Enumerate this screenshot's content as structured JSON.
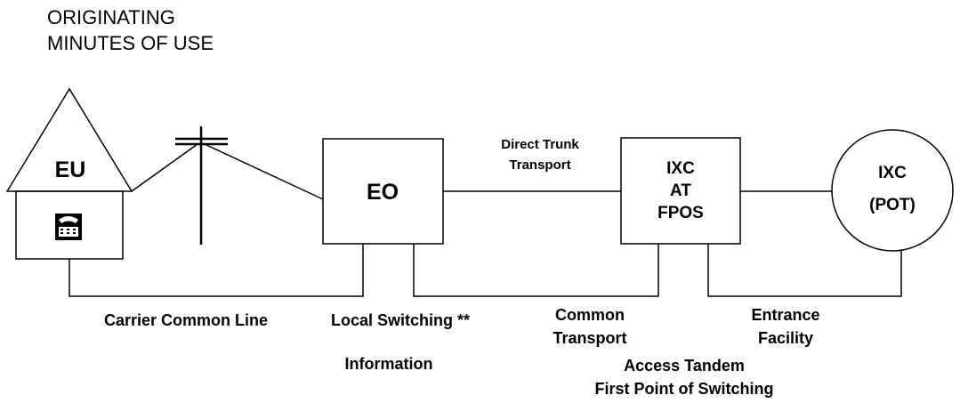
{
  "header": {
    "line1": "ORIGINATING",
    "line2": "MINUTES OF USE"
  },
  "nodes": {
    "end_user": "EU",
    "end_office": "EO",
    "ixc_tandem": [
      "IXC",
      "AT",
      "FPOS"
    ],
    "ixc_pot": [
      "IXC",
      "(POT)"
    ]
  },
  "icons": {
    "house": "house-icon",
    "telephone": "telephone-icon",
    "pole": "telephone-pole-icon",
    "circle": "pot-circle"
  },
  "labels": {
    "direct_trunk": [
      "Direct Trunk",
      "Transport"
    ],
    "carrier_common_line": "Carrier Common Line",
    "local_switching": "Local Switching **",
    "information": "Information",
    "common_transport": [
      "Common",
      "Transport"
    ],
    "entrance_facility": [
      "Entrance",
      "Facility"
    ],
    "access_tandem": "Access Tandem",
    "first_point": "First Point of Switching"
  }
}
